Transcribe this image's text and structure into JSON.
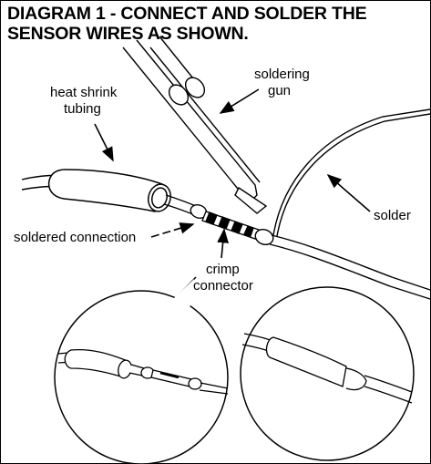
{
  "title": {
    "line1": "DIAGRAM  1 - CONNECT AND SOLDER THE",
    "line2": "SENSOR WIRES AS SHOWN."
  },
  "labels": {
    "soldering_gun_line1": "soldering",
    "soldering_gun_line2": "gun",
    "heat_shrink_line1": "heat shrink",
    "heat_shrink_line2": "tubing",
    "solder": "solder",
    "soldered_connection": "soldered connection",
    "crimp_connector_line1": "crimp",
    "crimp_connector_line2": "connector"
  },
  "colors": {
    "ink": "#000000",
    "paper": "#ffffff"
  }
}
